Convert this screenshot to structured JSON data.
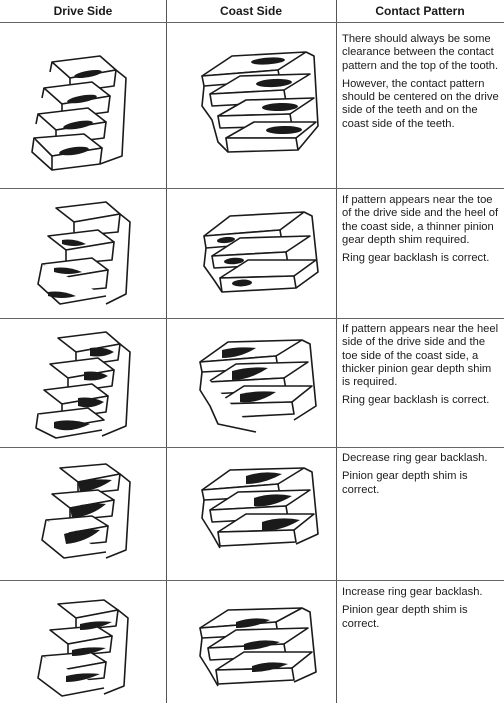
{
  "columns": {
    "drive_side": "Drive Side",
    "coast_side": "Coast Side",
    "contact_pattern": "Contact Pattern"
  },
  "rows": [
    {
      "description": [
        "There should always be some clearance between the contact pattern and the top of the tooth.",
        "However, the contact pattern should be centered on the drive side of the teeth and on the coast side of the teeth."
      ]
    },
    {
      "description": [
        "If pattern appears near the toe of the drive side and the heel of the coast side, a thinner pinion gear depth shim required.",
        "Ring gear backlash is correct."
      ]
    },
    {
      "description": [
        "If pattern appears near the heel side of the drive side and the toe side of the coast side, a thicker pinion gear depth shim is required.",
        "Ring gear backlash is correct."
      ]
    },
    {
      "description": [
        "Decrease ring gear backlash.",
        "Pinion gear depth shim is correct."
      ]
    },
    {
      "description": [
        "Increase ring gear backlash.",
        "Pinion gear depth shim is correct."
      ]
    }
  ],
  "illustrations": {
    "drive": [
      "drive-side-centered",
      "drive-side-toe",
      "drive-side-heel",
      "drive-side-deep",
      "drive-side-shallow"
    ],
    "coast": [
      "coast-side-centered",
      "coast-side-heel",
      "coast-side-toe",
      "coast-side-deep",
      "coast-side-shallow"
    ]
  },
  "colors": {
    "ink": "#1a1a1a",
    "grid": "#555555"
  }
}
